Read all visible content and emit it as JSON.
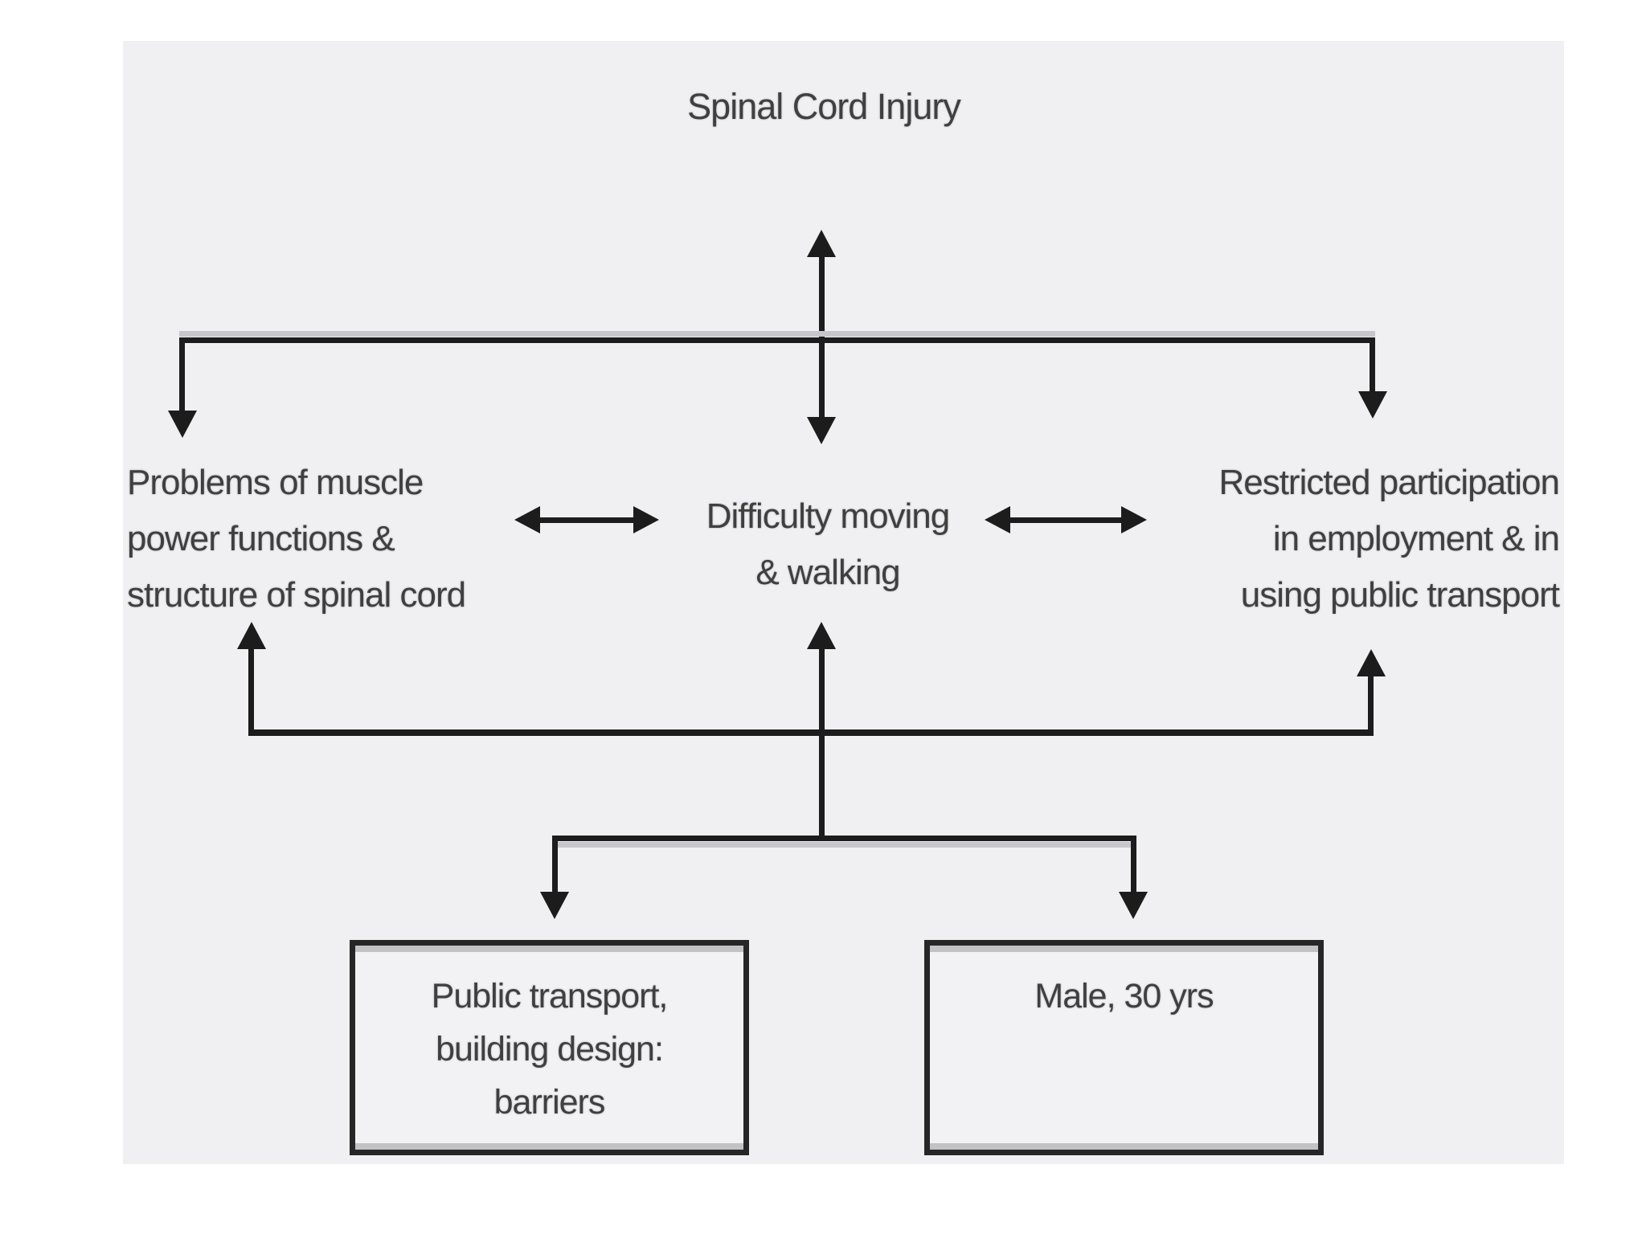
{
  "colors": {
    "page_background": "#ffffff",
    "panel_background": "#f0f0f2",
    "line_color": "#1c1c1c",
    "text_color": "#3f3f3f",
    "box_border": "#262626",
    "box_background": "#f2f2f4"
  },
  "diagram": {
    "title": "Spinal Cord Injury",
    "nodes": {
      "impairment": {
        "lines": [
          "Problems of muscle",
          "power functions &",
          "structure of spinal cord"
        ]
      },
      "activity": {
        "lines": [
          "Difficulty moving",
          "& walking"
        ]
      },
      "participation": {
        "lines": [
          "Restricted participation",
          "in employment & in",
          "using public transport"
        ]
      },
      "environmental_factors": {
        "lines": [
          "Public transport,",
          "building design:",
          "barriers"
        ]
      },
      "personal_factors": {
        "lines": [
          "Male, 30 yrs"
        ]
      }
    }
  }
}
